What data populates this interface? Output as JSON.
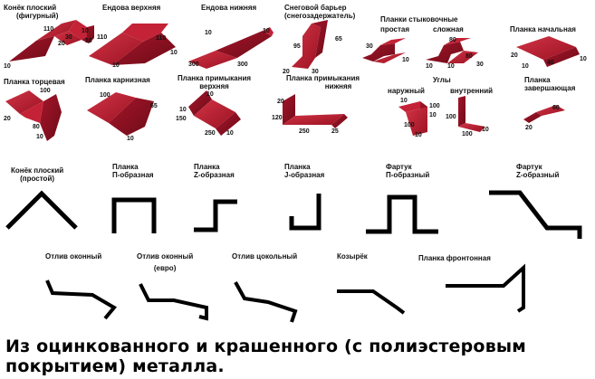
{
  "products_row1": [
    {
      "label_line1": "Конёк плоский",
      "label_line2": "(фигурный)",
      "dims": [
        "110",
        "10",
        "30",
        "20",
        "10",
        "10"
      ]
    },
    {
      "label_line1": "Ендова верхняя",
      "dims": [
        "110",
        "110",
        "10",
        "10"
      ]
    },
    {
      "label_line1": "Ендова нижняя",
      "dims": [
        "10",
        "10",
        "300",
        "300"
      ]
    },
    {
      "label_line1": "Снеговой барьер",
      "label_line2": "(снегозадержатель)",
      "dims": [
        "95",
        "65",
        "20",
        "30"
      ]
    },
    {
      "label_line1": "Планки стыковочные",
      "sub_left": "простая",
      "sub_right": "сложная",
      "dims": [
        "30",
        "10",
        "80",
        "10",
        "10",
        "80",
        "30"
      ]
    },
    {
      "label_line1": "Планка начальная",
      "dims": [
        "20",
        "10",
        "40",
        "10"
      ]
    }
  ],
  "products_row2": [
    {
      "label_line1": "Планка торцевая",
      "dims": [
        "100",
        "20",
        "80",
        "10"
      ]
    },
    {
      "label_line1": "Планка карнизная",
      "dims": [
        "100",
        "65",
        "10"
      ]
    },
    {
      "label_line1": "Планка примыкания",
      "label_line2": "верхняя",
      "dims": [
        "10",
        "150",
        "10",
        "250",
        "10"
      ]
    },
    {
      "label_line1": "Планка примыкания",
      "label_line2": "нижняя",
      "dims": [
        "20",
        "120",
        "250",
        "25"
      ]
    },
    {
      "label_line1": "Углы",
      "sub_left": "наружный",
      "sub_right": "внутренний",
      "dims": [
        "10",
        "100",
        "10",
        "100",
        "10",
        "100",
        "100",
        "10"
      ]
    },
    {
      "label_line1": "Планка",
      "label_line2": "завершающая",
      "dims": [
        "60",
        "20"
      ]
    }
  ],
  "profiles_row1": [
    {
      "line1": "Конёк плоский",
      "line2": "(простой)"
    },
    {
      "line1": "Планка",
      "line2": "П-образная"
    },
    {
      "line1": "Планка",
      "line2": "Z-образная"
    },
    {
      "line1": "Планка",
      "line2": "J-образная"
    },
    {
      "line1": "Фартук",
      "line2": "П-образный"
    },
    {
      "line1": "Фартук",
      "line2": "Z-образный"
    }
  ],
  "profiles_row2": [
    {
      "line1": "Отлив оконный"
    },
    {
      "line1": "Отлив оконный",
      "line2": "(евро)"
    },
    {
      "line1": "Отлив цокольный"
    },
    {
      "line1": "Козырёк"
    },
    {
      "line1": "Планка фронтонная"
    }
  ],
  "footer": {
    "line1": "Из оцинкованного и крашенного (с полиэстеровым",
    "line2": "покрытием) металла."
  },
  "colors": {
    "metal": "#b3182b",
    "metal_dark": "#7d0f1c",
    "metal_light": "#d8404f",
    "profile_stroke": "#000000"
  }
}
